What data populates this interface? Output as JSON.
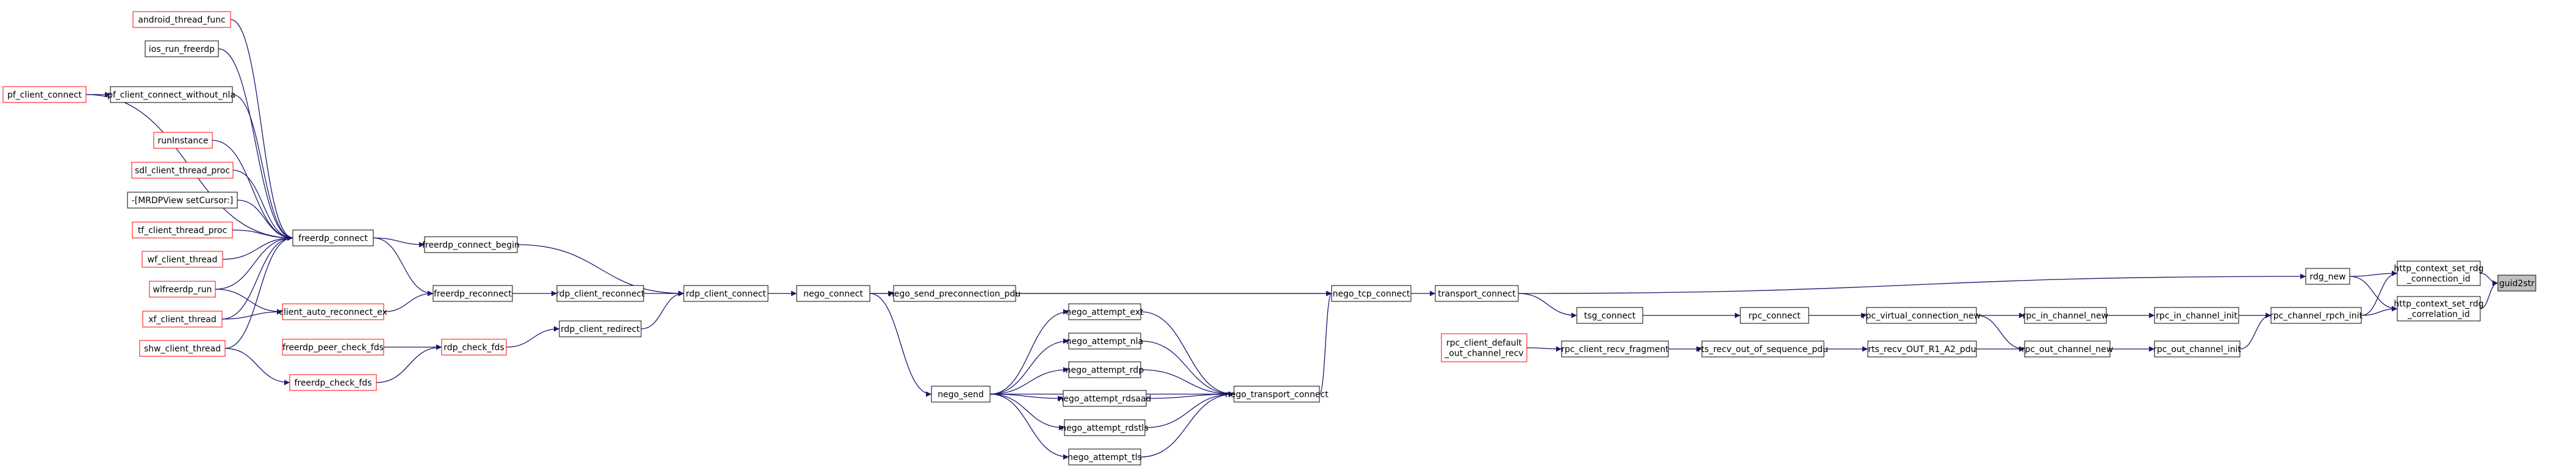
{
  "diagram": {
    "title": "",
    "colors": {
      "edge": "#191970",
      "red_border": "#ff0000",
      "black_border": "#000000",
      "root_fill": "#bfbfbf"
    },
    "nodes": [
      {
        "id": "guid2str",
        "lines": [
          "guid2str"
        ],
        "style": "root"
      },
      {
        "id": "http_conn",
        "lines": [
          "http_context_set_rdg",
          "_connection_id"
        ],
        "style": "black"
      },
      {
        "id": "http_corr",
        "lines": [
          "http_context_set_rdg",
          "_correlation_id"
        ],
        "style": "black"
      },
      {
        "id": "rdg_new",
        "lines": [
          "rdg_new"
        ],
        "style": "black"
      },
      {
        "id": "rpc_channel_rpch_init",
        "lines": [
          "rpc_channel_rpch_init"
        ],
        "style": "black"
      },
      {
        "id": "transport_connect",
        "lines": [
          "transport_connect"
        ],
        "style": "black"
      },
      {
        "id": "rpc_in_channel_init",
        "lines": [
          "rpc_in_channel_init"
        ],
        "style": "black"
      },
      {
        "id": "rpc_out_channel_init",
        "lines": [
          "rpc_out_channel_init"
        ],
        "style": "black"
      },
      {
        "id": "nego_tcp_connect",
        "lines": [
          "nego_tcp_connect"
        ],
        "style": "black"
      },
      {
        "id": "rpc_in_channel_new",
        "lines": [
          "rpc_in_channel_new"
        ],
        "style": "black"
      },
      {
        "id": "rpc_out_channel_new",
        "lines": [
          "rpc_out_channel_new"
        ],
        "style": "black"
      },
      {
        "id": "rpc_virtual_connection_new",
        "lines": [
          "rpc_virtual_connection_new"
        ],
        "style": "black"
      },
      {
        "id": "rts_recv_OUT_R1_A2_pdu",
        "lines": [
          "rts_recv_OUT_R1_A2_pdu"
        ],
        "style": "black"
      },
      {
        "id": "rpc_connect",
        "lines": [
          "rpc_connect"
        ],
        "style": "black"
      },
      {
        "id": "rts_recv_out_of_sequence_pdu",
        "lines": [
          "rts_recv_out_of_sequence_pdu"
        ],
        "style": "black"
      },
      {
        "id": "tsg_connect",
        "lines": [
          "tsg_connect"
        ],
        "style": "black"
      },
      {
        "id": "rpc_client_recv_fragment",
        "lines": [
          "rpc_client_recv_fragment"
        ],
        "style": "black"
      },
      {
        "id": "rpc_client_default_out_channel_recv",
        "lines": [
          "rpc_client_default",
          "_out_channel_recv"
        ],
        "style": "red"
      },
      {
        "id": "nego_connect",
        "lines": [
          "nego_connect"
        ],
        "style": "black"
      },
      {
        "id": "nego_send_preconnection_pdu",
        "lines": [
          "nego_send_preconnection_pdu"
        ],
        "style": "black"
      },
      {
        "id": "nego_transport_connect",
        "lines": [
          "nego_transport_connect"
        ],
        "style": "black"
      },
      {
        "id": "nego_send",
        "lines": [
          "nego_send"
        ],
        "style": "black"
      },
      {
        "id": "nego_attempt_ext",
        "lines": [
          "nego_attempt_ext"
        ],
        "style": "black"
      },
      {
        "id": "nego_attempt_nla",
        "lines": [
          "nego_attempt_nla"
        ],
        "style": "black"
      },
      {
        "id": "nego_attempt_rdp",
        "lines": [
          "nego_attempt_rdp"
        ],
        "style": "black"
      },
      {
        "id": "nego_attempt_rdsaad",
        "lines": [
          "nego_attempt_rdsaad"
        ],
        "style": "black"
      },
      {
        "id": "nego_attempt_rdstls",
        "lines": [
          "nego_attempt_rdstls"
        ],
        "style": "black"
      },
      {
        "id": "nego_attempt_tls",
        "lines": [
          "nego_attempt_tls"
        ],
        "style": "black"
      },
      {
        "id": "rdp_client_connect",
        "lines": [
          "rdp_client_connect"
        ],
        "style": "black"
      },
      {
        "id": "rdp_client_reconnect",
        "lines": [
          "rdp_client_reconnect"
        ],
        "style": "black"
      },
      {
        "id": "rdp_client_redirect",
        "lines": [
          "rdp_client_redirect"
        ],
        "style": "black"
      },
      {
        "id": "freerdp_connect_begin",
        "lines": [
          "freerdp_connect_begin"
        ],
        "style": "black"
      },
      {
        "id": "freerdp_reconnect",
        "lines": [
          "freerdp_reconnect"
        ],
        "style": "black"
      },
      {
        "id": "rdp_check_fds",
        "lines": [
          "rdp_check_fds"
        ],
        "style": "red"
      },
      {
        "id": "freerdp_connect",
        "lines": [
          "freerdp_connect"
        ],
        "style": "black"
      },
      {
        "id": "client_auto_reconnect_ex",
        "lines": [
          "client_auto_reconnect_ex"
        ],
        "style": "red"
      },
      {
        "id": "freerdp_peer_check_fds",
        "lines": [
          "freerdp_peer_check_fds"
        ],
        "style": "red"
      },
      {
        "id": "freerdp_check_fds",
        "lines": [
          "freerdp_check_fds"
        ],
        "style": "red"
      },
      {
        "id": "android_thread_func",
        "lines": [
          "android_thread_func"
        ],
        "style": "red"
      },
      {
        "id": "ios_run_freerdp",
        "lines": [
          "ios_run_freerdp"
        ],
        "style": "black"
      },
      {
        "id": "pf_client_connect",
        "lines": [
          "pf_client_connect"
        ],
        "style": "red"
      },
      {
        "id": "pf_client_connect_without_nla",
        "lines": [
          "pf_client_connect_without_nla"
        ],
        "style": "black"
      },
      {
        "id": "runInstance",
        "lines": [
          "runInstance"
        ],
        "style": "red"
      },
      {
        "id": "sdl_client_thread_proc",
        "lines": [
          "sdl_client_thread_proc"
        ],
        "style": "red"
      },
      {
        "id": "mrdpview",
        "lines": [
          "-[MRDPView setCursor:]"
        ],
        "style": "black"
      },
      {
        "id": "tf_client_thread_proc",
        "lines": [
          "tf_client_thread_proc"
        ],
        "style": "red"
      },
      {
        "id": "wf_client_thread",
        "lines": [
          "wf_client_thread"
        ],
        "style": "red"
      },
      {
        "id": "wlfreerdp_run",
        "lines": [
          "wlfreerdp_run"
        ],
        "style": "red"
      },
      {
        "id": "xf_client_thread",
        "lines": [
          "xf_client_thread"
        ],
        "style": "red"
      },
      {
        "id": "shw_client_thread",
        "lines": [
          "shw_client_thread"
        ],
        "style": "red"
      }
    ],
    "edges": [
      [
        "http_conn",
        "guid2str"
      ],
      [
        "http_corr",
        "guid2str"
      ],
      [
        "rdg_new",
        "http_conn"
      ],
      [
        "rdg_new",
        "http_corr"
      ],
      [
        "rpc_channel_rpch_init",
        "http_conn"
      ],
      [
        "rpc_channel_rpch_init",
        "http_corr"
      ],
      [
        "transport_connect",
        "rdg_new"
      ],
      [
        "rpc_in_channel_init",
        "rpc_channel_rpch_init"
      ],
      [
        "rpc_out_channel_init",
        "rpc_channel_rpch_init"
      ],
      [
        "nego_tcp_connect",
        "transport_connect"
      ],
      [
        "rpc_in_channel_new",
        "rpc_in_channel_init"
      ],
      [
        "rpc_out_channel_new",
        "rpc_out_channel_init"
      ],
      [
        "rpc_virtual_connection_new",
        "rpc_in_channel_new"
      ],
      [
        "rpc_virtual_connection_new",
        "rpc_out_channel_new"
      ],
      [
        "rts_recv_OUT_R1_A2_pdu",
        "rpc_out_channel_new"
      ],
      [
        "rpc_connect",
        "rpc_virtual_connection_new"
      ],
      [
        "rts_recv_out_of_sequence_pdu",
        "rts_recv_OUT_R1_A2_pdu"
      ],
      [
        "tsg_connect",
        "rpc_connect"
      ],
      [
        "transport_connect",
        "tsg_connect"
      ],
      [
        "rpc_client_recv_fragment",
        "rts_recv_out_of_sequence_pdu"
      ],
      [
        "rpc_client_default_out_channel_recv",
        "rpc_client_recv_fragment"
      ],
      [
        "nego_connect",
        "nego_tcp_connect"
      ],
      [
        "nego_send_preconnection_pdu",
        "nego_tcp_connect"
      ],
      [
        "nego_transport_connect",
        "nego_tcp_connect"
      ],
      [
        "nego_connect",
        "nego_send_preconnection_pdu"
      ],
      [
        "nego_connect",
        "nego_send"
      ],
      [
        "nego_send",
        "nego_attempt_ext"
      ],
      [
        "nego_send",
        "nego_attempt_nla"
      ],
      [
        "nego_send",
        "nego_attempt_rdp"
      ],
      [
        "nego_send",
        "nego_attempt_rdsaad"
      ],
      [
        "nego_send",
        "nego_attempt_rdstls"
      ],
      [
        "nego_send",
        "nego_attempt_tls"
      ],
      [
        "nego_attempt_ext",
        "nego_transport_connect"
      ],
      [
        "nego_attempt_nla",
        "nego_transport_connect"
      ],
      [
        "nego_attempt_rdp",
        "nego_transport_connect"
      ],
      [
        "nego_attempt_rdsaad",
        "nego_transport_connect"
      ],
      [
        "nego_attempt_rdstls",
        "nego_transport_connect"
      ],
      [
        "nego_attempt_tls",
        "nego_transport_connect"
      ],
      [
        "nego_send",
        "nego_transport_connect"
      ],
      [
        "rdp_client_connect",
        "nego_connect"
      ],
      [
        "rdp_client_reconnect",
        "rdp_client_connect"
      ],
      [
        "rdp_client_redirect",
        "rdp_client_connect"
      ],
      [
        "freerdp_connect_begin",
        "rdp_client_connect"
      ],
      [
        "freerdp_reconnect",
        "rdp_client_reconnect"
      ],
      [
        "rdp_check_fds",
        "rdp_client_redirect"
      ],
      [
        "freerdp_connect",
        "freerdp_connect_begin"
      ],
      [
        "freerdp_connect",
        "freerdp_reconnect"
      ],
      [
        "client_auto_reconnect_ex",
        "freerdp_reconnect"
      ],
      [
        "freerdp_peer_check_fds",
        "rdp_check_fds"
      ],
      [
        "freerdp_check_fds",
        "rdp_check_fds"
      ],
      [
        "android_thread_func",
        "freerdp_connect"
      ],
      [
        "ios_run_freerdp",
        "freerdp_connect"
      ],
      [
        "pf_client_connect",
        "freerdp_connect"
      ],
      [
        "pf_client_connect",
        "pf_client_connect_without_nla"
      ],
      [
        "pf_client_connect_without_nla",
        "freerdp_connect"
      ],
      [
        "runInstance",
        "freerdp_connect"
      ],
      [
        "sdl_client_thread_proc",
        "freerdp_connect"
      ],
      [
        "mrdpview",
        "freerdp_connect"
      ],
      [
        "tf_client_thread_proc",
        "freerdp_connect"
      ],
      [
        "wf_client_thread",
        "freerdp_connect"
      ],
      [
        "wlfreerdp_run",
        "freerdp_connect"
      ],
      [
        "xf_client_thread",
        "freerdp_connect"
      ],
      [
        "shw_client_thread",
        "freerdp_connect"
      ],
      [
        "wlfreerdp_run",
        "client_auto_reconnect_ex"
      ],
      [
        "xf_client_thread",
        "client_auto_reconnect_ex"
      ],
      [
        "shw_client_thread",
        "freerdp_check_fds"
      ]
    ]
  }
}
